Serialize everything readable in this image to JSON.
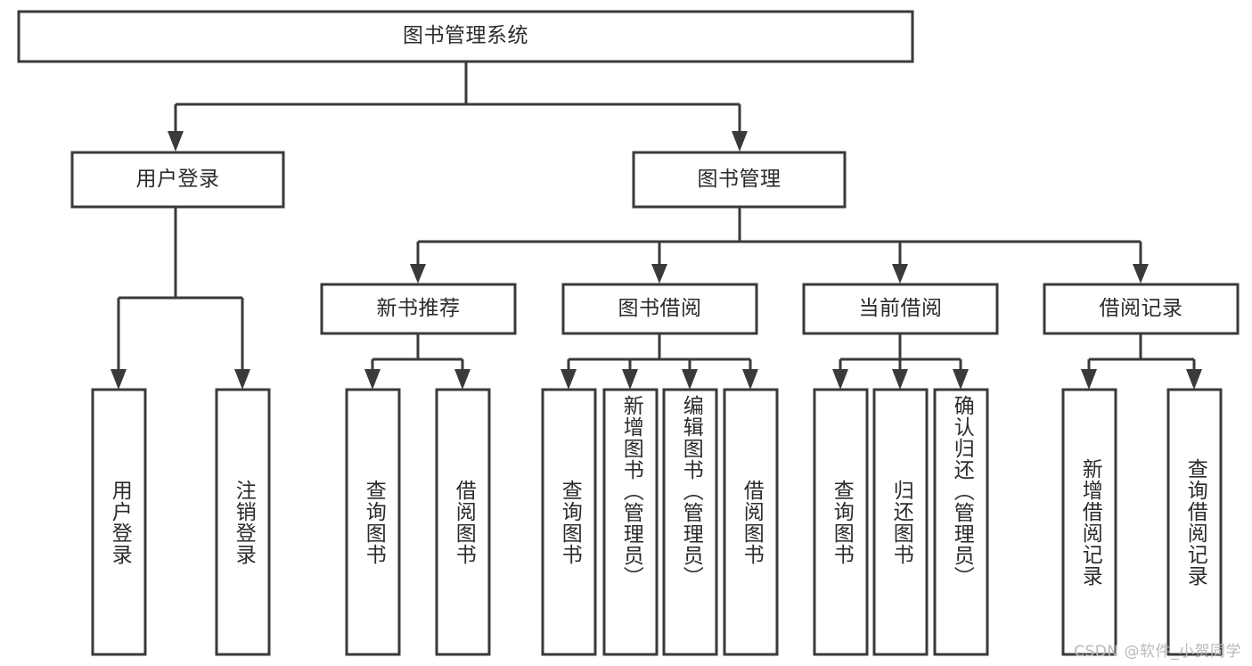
{
  "diagram": {
    "type": "hierarchy-tree",
    "title": "图书管理系统",
    "orientation": "top-down",
    "box_fill": "#ffffff",
    "box_stroke": "#3a3a3a",
    "text_color": "#2b2b2b",
    "levels": {
      "root": "图书管理系统",
      "level2": [
        "用户登录",
        "图书管理"
      ],
      "level3": [
        "新书推荐",
        "图书借阅",
        "当前借阅",
        "借阅记录"
      ]
    },
    "nodes": {
      "root": {
        "label": "图书管理系统"
      },
      "user_login": {
        "label": "用户登录"
      },
      "book_manage": {
        "label": "图书管理"
      },
      "new_book_rec": {
        "label": "新书推荐"
      },
      "book_borrow": {
        "label": "图书借阅"
      },
      "current_borrow": {
        "label": "当前借阅"
      },
      "borrow_record": {
        "label": "借阅记录"
      }
    },
    "leaves": {
      "user_login_children": [
        {
          "label": "用户登录"
        },
        {
          "label": "注销登录"
        }
      ],
      "new_book_rec_children": [
        {
          "label": "查询图书"
        },
        {
          "label": "借阅图书"
        }
      ],
      "book_borrow_children": [
        {
          "label": "查询图书"
        },
        {
          "label": "新增图书（管理员）"
        },
        {
          "label": "编辑图书（管理员）"
        },
        {
          "label": "借阅图书"
        }
      ],
      "current_borrow_children": [
        {
          "label": "查询图书"
        },
        {
          "label": "归还图书"
        },
        {
          "label": "确认归还（管理员）"
        }
      ],
      "borrow_record_children": [
        {
          "label": "新增借阅记录"
        },
        {
          "label": "查询借阅记录"
        }
      ]
    }
  },
  "watermark": {
    "text": "CSDN @软件_小贺同学"
  }
}
